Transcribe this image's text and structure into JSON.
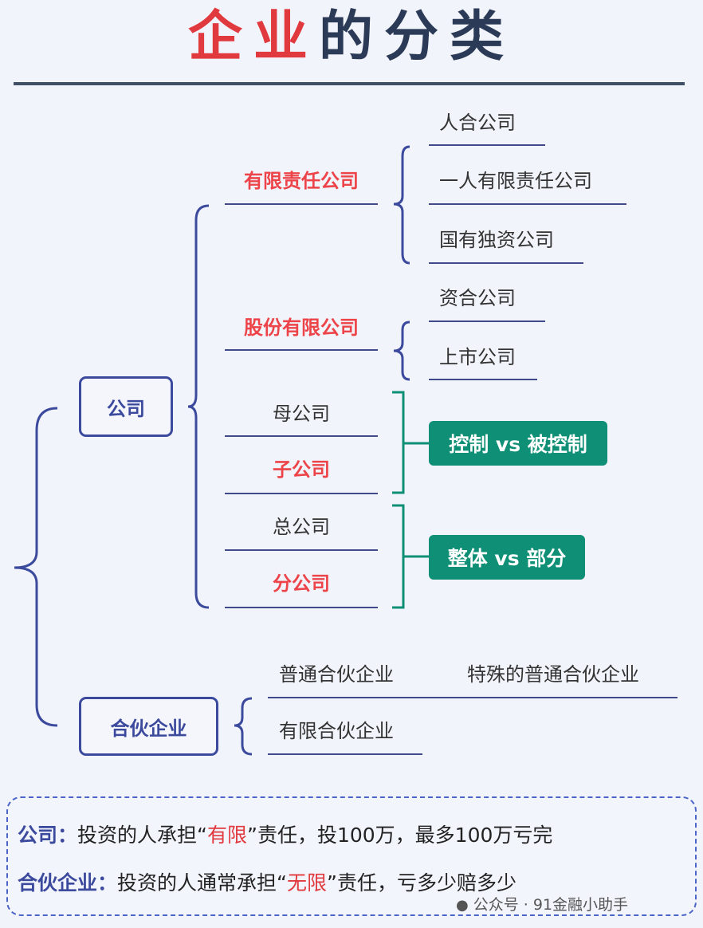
{
  "title": {
    "part1": "企业",
    "part2": "的分类"
  },
  "tree": {
    "company": {
      "label": "公司",
      "llc": {
        "label": "有限责任公司",
        "children": [
          "人合公司",
          "一人有限责任公司",
          "国有独资公司"
        ]
      },
      "jsc": {
        "label": "股份有限公司",
        "children": [
          "资合公司",
          "上市公司"
        ]
      },
      "parent_sub": {
        "parent": "母公司",
        "sub": "子公司",
        "relation": "控制 vs 被控制"
      },
      "head_branch": {
        "head": "总公司",
        "branch": "分公司",
        "relation": "整体 vs 部分"
      }
    },
    "partnership": {
      "label": "合伙企业",
      "general": "普通合伙企业",
      "special": "特殊的普通合伙企业",
      "limited": "有限合伙企业"
    }
  },
  "summary": {
    "company": {
      "key": "公司：",
      "before": "投资的人承担",
      "q_open": "“",
      "quote": "有限",
      "q_close": "”",
      "after": "责任，投100万，最多100万亏完"
    },
    "partnership": {
      "key": "合伙企业：",
      "before": "投资的人通常承担",
      "q_open": "“",
      "quote": "无限",
      "q_close": "”",
      "after": "责任，亏多少赔多少"
    }
  },
  "footer": {
    "source": "公众号 · 91金融小助手"
  },
  "colors": {
    "navy": "#3c4a9e",
    "red": "#ec4449",
    "teal": "#0f8f76",
    "background": "#f2f4fb"
  }
}
